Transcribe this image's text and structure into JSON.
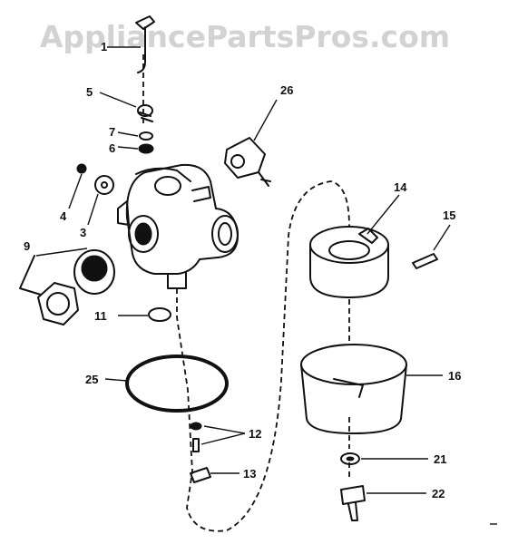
{
  "watermark": "AppliancePartsPros.com",
  "callouts": {
    "c1": "1",
    "c3": "3",
    "c4": "4",
    "c5": "5",
    "c6": "6",
    "c7": "7",
    "c9": "9",
    "c11": "11",
    "c12": "12",
    "c13": "13",
    "c14": "14",
    "c15": "15",
    "c16": "16",
    "c21": "21",
    "c22": "22",
    "c25": "25",
    "c26": "26"
  }
}
